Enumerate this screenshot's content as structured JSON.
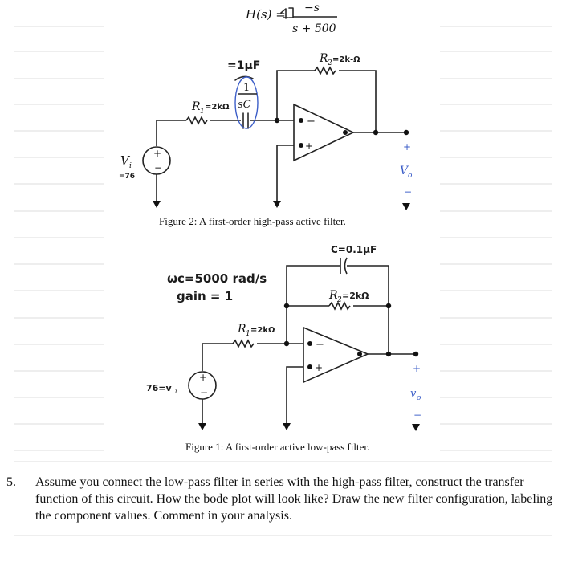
{
  "transfer_function": {
    "lhs": "H(s) =",
    "numerator": "−s",
    "denominator": "s + 500"
  },
  "figure2": {
    "caption": "Figure 2: A first-order high-pass active filter.",
    "annot_cap_value": "=1μF",
    "r2_label": "R",
    "r2_sub": "2",
    "r2_value": "=2k-Ω",
    "r1_label": "R",
    "r1_sub": "1",
    "r1_value": "=2kΩ",
    "cap_frac_num": "1",
    "cap_frac_den": "sC",
    "vi_label": "V",
    "vi_sub": "i",
    "vi_value": "=76",
    "vo_plus": "+",
    "vo_label": "V",
    "vo_sub": "o",
    "vo_minus": "−",
    "opamp_minus": "−",
    "opamp_plus": "+"
  },
  "figure1": {
    "caption": "Figure 1: A first-order active low-pass filter.",
    "c_value": "C=0.1μF",
    "wc_note": "ωc=5000 rad/s",
    "gain_note": "gain = 1",
    "r2_label": "R",
    "r2_sub": "2",
    "r2_value": "=2kΩ",
    "r1_label": "R",
    "r1_sub": "1",
    "r1_value": "=2kΩ",
    "vi_label": "76=v",
    "vi_sub": "i",
    "vo_plus": "+",
    "vo_label": "v",
    "vo_sub": "o",
    "vo_minus": "−",
    "opamp_minus": "−",
    "opamp_plus": "+"
  },
  "question": {
    "number": "5.",
    "text": "Assume you connect the low-pass filter in series with the high-pass filter, construct the transfer function of this circuit. How the bode plot will look like? Draw the new filter configuration, labeling the component values. Comment in your analysis."
  }
}
